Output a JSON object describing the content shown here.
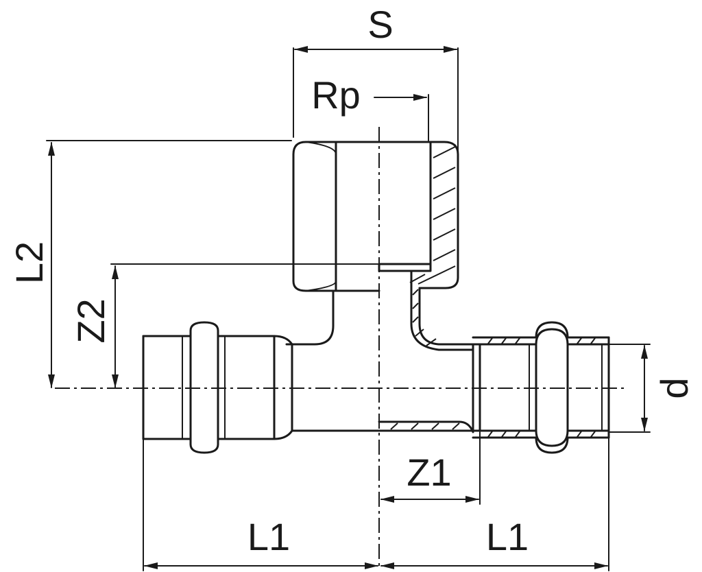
{
  "labels": {
    "S": "S",
    "Rp": "Rp",
    "L2": "L2",
    "Z2": "Z2",
    "d": "d",
    "Z1": "Z1",
    "L1_left": "L1",
    "L1_right": "L1"
  }
}
